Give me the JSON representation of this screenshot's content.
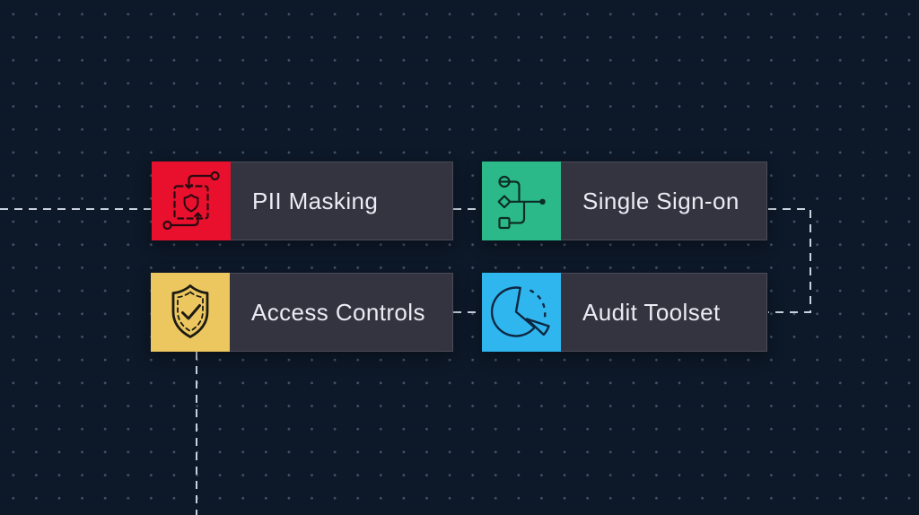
{
  "canvas": {
    "background_color": "#0d1828"
  },
  "connector": {
    "color": "#c9d1dd"
  },
  "card_style": {
    "body_color": "#343440",
    "border_color": "#4c4b59",
    "text_color": "#e9ecf3"
  },
  "cards": [
    {
      "label": "PII Masking",
      "icon": "masking-flow-icon",
      "tile_color": "#e8102c"
    },
    {
      "label": "Single Sign-on",
      "icon": "sign-on-merge-icon",
      "tile_color": "#2bb98a"
    },
    {
      "label": "Access Controls",
      "icon": "shield-check-icon",
      "tile_color": "#ecc75f"
    },
    {
      "label": "Audit Toolset",
      "icon": "pie-chart-icon",
      "tile_color": "#30b6ef"
    }
  ]
}
